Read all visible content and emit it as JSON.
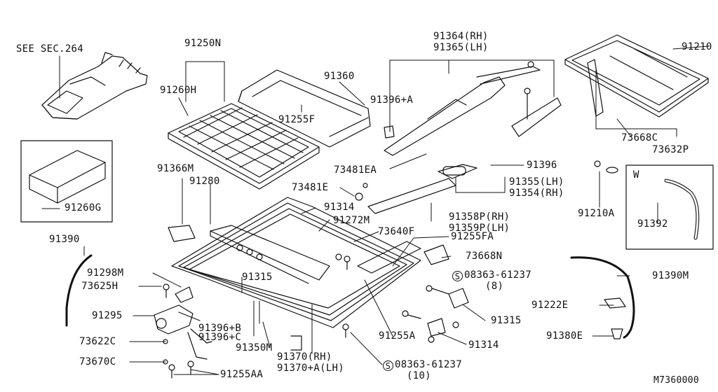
{
  "parts": {
    "see_sec": "SEE SEC.264",
    "p91250N": "91250N",
    "p91260H": "91260H",
    "p91360": "91360",
    "p91255F": "91255F",
    "p91364": "91364(RH)",
    "p91365": "91365(LH)",
    "p91396A": "91396+A",
    "p91210": "91210",
    "p73668C": "73668C",
    "p73632P": "73632P",
    "p91260G": "91260G",
    "p91366M": "91366M",
    "p91280": "91280",
    "p73481EA": "73481EA",
    "p91396": "91396",
    "p73481E": "73481E",
    "p91355": "91355(LH)",
    "p91354": "91354(RH)",
    "p91210A": "91210A",
    "w_label": "W",
    "p91392": "91392",
    "p91314a": "91314",
    "p91272M": "91272M",
    "p91358P": "91358P(RH)",
    "p91359P": "91359P(LH)",
    "p73640F": "73640F",
    "p91255FA": "91255FA",
    "p91390": "91390",
    "p73668N": "73668N",
    "p91298M": "91298M",
    "bolt8_s": "S",
    "bolt8": "08363-61237",
    "bolt8_qty": "(8)",
    "p91390M": "91390M",
    "p73625H": "73625H",
    "p91315a": "91315",
    "p91295": "91295",
    "p91396B": "91396+B",
    "p91396C": "91396+C",
    "p91222E": "91222E",
    "p91315b": "91315",
    "p73622C": "73622C",
    "p91350M": "91350M",
    "p91255A": "91255A",
    "p91314b": "91314",
    "p91380E": "91380E",
    "p73670C": "73670C",
    "p91370": "91370(RH)",
    "p91370A": "91370+A(LH)",
    "bolt10_s": "S",
    "bolt10": "08363-61237",
    "bolt10_qty": "(10)",
    "p91255AA": "91255AA",
    "diagram_id": "M7360000"
  }
}
